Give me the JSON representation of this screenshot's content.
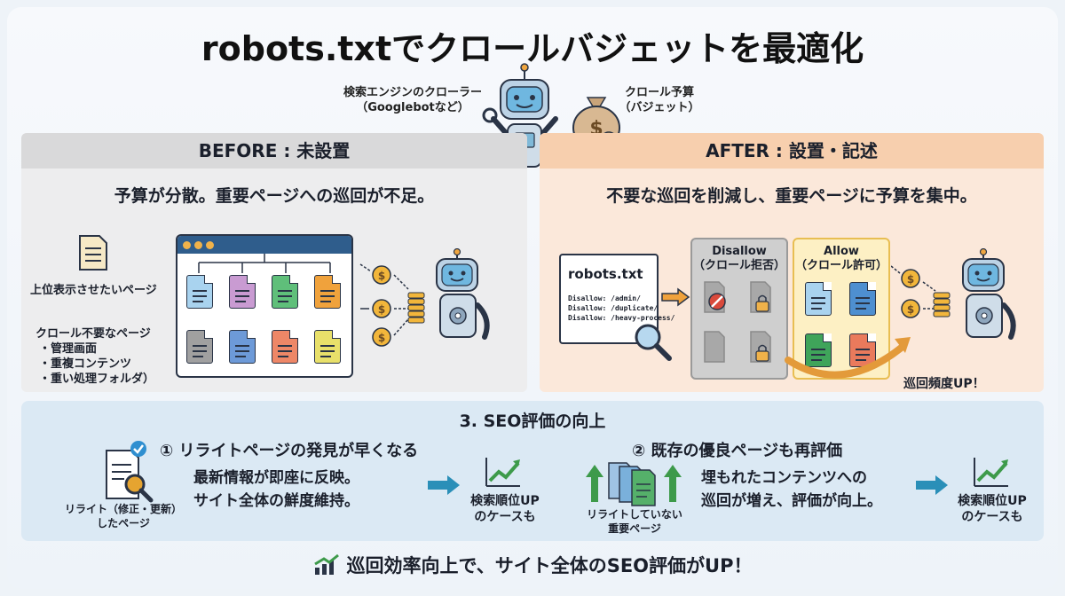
{
  "title": "robots.txtでクロールバジェットを最適化",
  "top": {
    "crawler_label_1": "検索エンジンのクローラー",
    "crawler_label_2": "（Googlebotなど）",
    "budget_label_1": "クロール予算",
    "budget_label_2": "（バジェット）"
  },
  "before": {
    "header": "BEFORE : 未設置",
    "subhead": "予算が分散。重要ページへの巡回が不足。",
    "priority_pages_label": "上位表示させたいページ",
    "unneeded_title": "クロール不要なページ",
    "unneeded_items": [
      "・管理画面",
      "・重複コンテンツ",
      "・重い処理フォルダ）"
    ]
  },
  "after": {
    "header": "AFTER : 設置・記述",
    "subhead": "不要な巡回を削減し、重要ページに予算を集中。",
    "robots_title": "robots.txt",
    "robots_lines": [
      "Disallow: /admin/",
      "Disallow: /duplicate/",
      "Disallow: /heavy-process/"
    ],
    "disallow_title": "Disallow",
    "disallow_sub": "（クロール拒否）",
    "allow_title": "Allow",
    "allow_sub": "（クロール許可）",
    "frequency_label": "巡回頻度UP！"
  },
  "seo": {
    "title": "3. SEO評価の向上",
    "item1_title": "① リライトページの発見が早くなる",
    "item1_body_1": "最新情報が即座に反映。",
    "item1_body_2": "サイト全体の鮮度維持。",
    "item1_icon_label_1": "リライト（修正・更新）",
    "item1_icon_label_2": "したページ",
    "item1_result_1": "検索順位UP",
    "item1_result_2": "のケースも",
    "item2_title": "② 既存の優良ページも再評価",
    "item2_body_1": "埋もれたコンテンツへの",
    "item2_body_2": "巡回が増え、評価が向上。",
    "item2_icon_label_1": "リライトしていない",
    "item2_icon_label_2": "重要ページ",
    "item2_result_1": "検索順位UP",
    "item2_result_2": "のケースも"
  },
  "footer": "巡回効率向上で、サイト全体のSEO評価がUP！",
  "colors": {
    "before_header": "#d9d9da",
    "after_header": "#f7cfae",
    "seo_panel": "#dbe9f4",
    "accent_blue": "#2a8fb8",
    "accent_green": "#3d9a4a",
    "coin_gold": "#e6a430"
  }
}
